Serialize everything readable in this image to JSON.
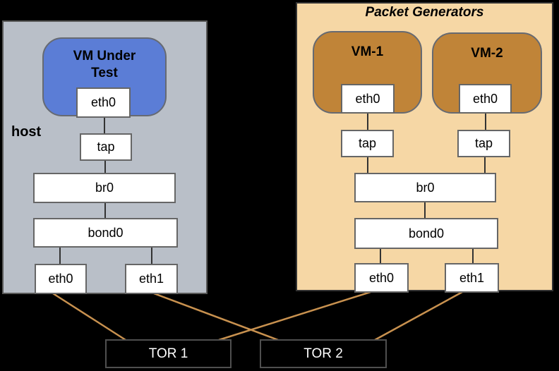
{
  "host_panel": {
    "label": "host",
    "vm": {
      "title": "VM Under Test",
      "nic": "eth0"
    },
    "tap": "tap",
    "bridge": "br0",
    "bond": "bond0",
    "nic_left": "eth0",
    "nic_right": "eth1"
  },
  "generators_panel": {
    "title": "Packet Generators",
    "vm1": {
      "title": "VM-1",
      "nic": "eth0",
      "tap": "tap"
    },
    "vm2": {
      "title": "VM-2",
      "nic": "eth0",
      "tap": "tap"
    },
    "bridge": "br0",
    "bond": "bond0",
    "nic_left": "eth0",
    "nic_right": "eth1"
  },
  "tors": {
    "tor1": "TOR 1",
    "tor2": "TOR 2"
  },
  "colors": {
    "background": "#000000",
    "host_panel_fill": "#b9bfc8",
    "host_panel_border": "#595959",
    "vm_under_test_fill": "#5b7dd6",
    "generators_panel_fill": "#f6d7a5",
    "generators_panel_border": "#333333",
    "generator_vm_fill": "#c08438",
    "node_fill": "#ffffff",
    "node_border": "#666666",
    "connector_line": "#333333",
    "uplink_line": "#c8914f",
    "tor_fill": "#000000",
    "tor_text": "#ffffff"
  }
}
